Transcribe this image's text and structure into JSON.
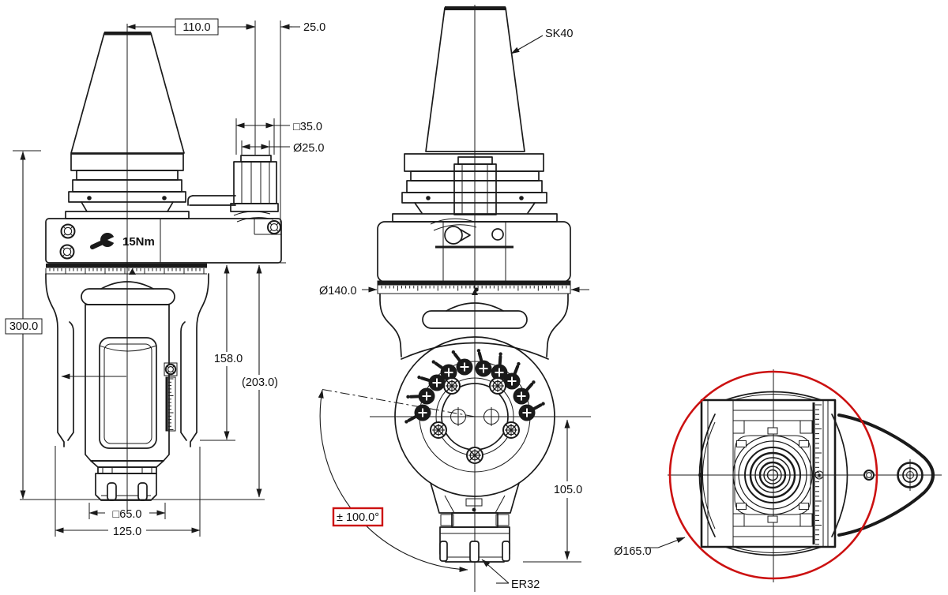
{
  "colors": {
    "line": "#1a1a1a",
    "accent_red": "#cc1111",
    "background": "#ffffff"
  },
  "views": {
    "side_view": {
      "torque_note": "15Nm",
      "dims": {
        "top_width": "110.0",
        "top_offset": "25.0",
        "clamp_square": "□35.0",
        "clamp_dia": "Ø25.0",
        "total_height": "300.0",
        "body_to_tip": "158.0",
        "body_to_tip_ref": "(203.0)",
        "head_square": "□65.0",
        "fork_width": "125.0"
      }
    },
    "front_view": {
      "taper_label": "SK40",
      "collet_label": "ER32",
      "dims": {
        "ring_dia": "Ø140.0",
        "swivel_range": "± 100.0°",
        "center_to_tip": "105.0"
      }
    },
    "detail_view": {
      "dims": {
        "flange_dia": "Ø165.0"
      }
    }
  }
}
